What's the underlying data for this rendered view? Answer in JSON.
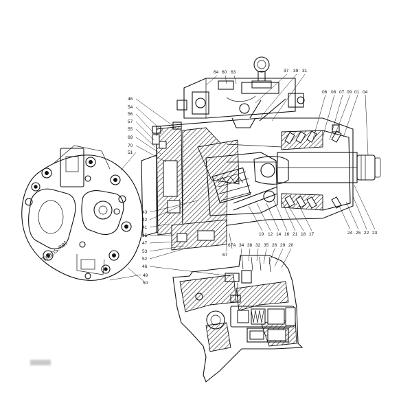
{
  "watermark": "Titans.net",
  "labels_top": [
    "64",
    "60",
    "63",
    "37",
    "39",
    "31"
  ],
  "labels_top_right": [
    "06",
    "08",
    "07",
    "09",
    "01",
    "04"
  ],
  "labels_left": [
    "46",
    "54",
    "56",
    "57",
    "55",
    "69",
    "70",
    "51"
  ],
  "labels_left_lower": [
    "43",
    "42",
    "41",
    "45",
    "47",
    "53",
    "52",
    "46"
  ],
  "labels_lower_left": [
    "49",
    "50"
  ],
  "labels_bottom_center": [
    "19",
    "12",
    "14",
    "16",
    "21",
    "18",
    "17"
  ],
  "labels_bottom_right": [
    "24",
    "25",
    "22",
    "23"
  ],
  "labels_detail": [
    "67A",
    "34",
    "38",
    "32",
    "35",
    "26",
    "29",
    "20"
  ],
  "label_67": "67",
  "colors": {
    "ink": "#111111",
    "paper": "#ffffff"
  }
}
